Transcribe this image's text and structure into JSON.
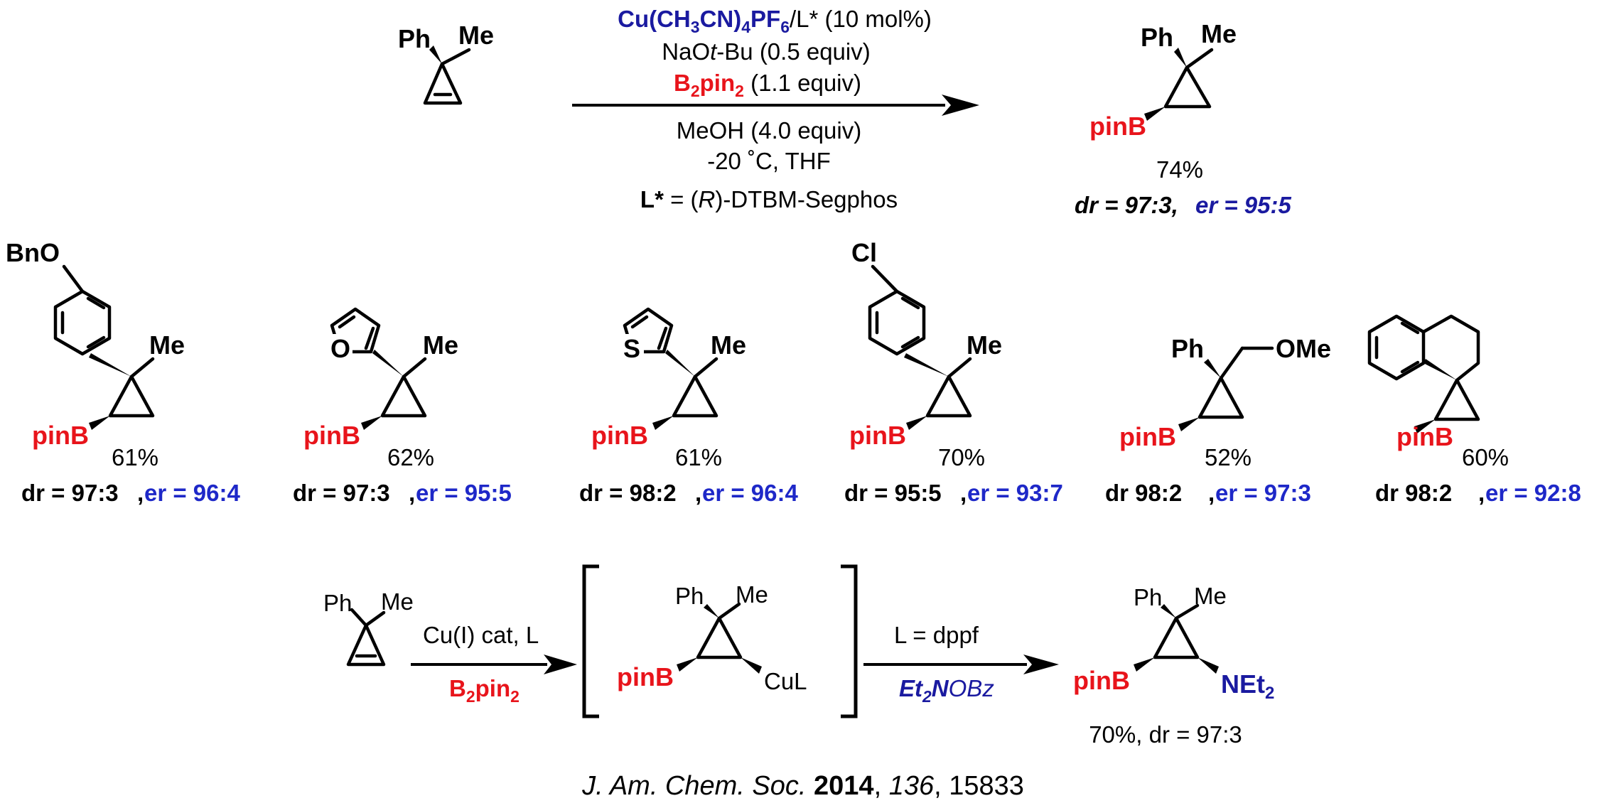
{
  "top_reaction": {
    "reactant": {
      "substituent_1": "Ph",
      "substituent_2": "Me"
    },
    "conditions": {
      "catalyst": "Cu(CH3CN)4PF6/L* (10 mol%)",
      "base": "NaOt-Bu (0.5 equiv)",
      "boron_reagent": "B2pin2 (1.1 equiv)",
      "additive": "MeOH (4.0 equiv)",
      "temp_solvent": "-20 ˚C, THF",
      "ligand": "L* = (R)-DTBM-Segphos"
    },
    "product": {
      "substituent_1": "Ph",
      "substituent_2": "Me",
      "boryl": "pinB",
      "yield": "74%",
      "dr": "dr = 97:3,",
      "er": "er = 95:5"
    }
  },
  "substrate_scope": [
    {
      "aryl": "BnO",
      "substituent_2": "Me",
      "boryl": "pinB",
      "yield": "61%",
      "dr": "dr = 97:3",
      "er": "er = 96:4"
    },
    {
      "aryl": "O",
      "substituent_2": "Me",
      "boryl": "pinB",
      "yield": "62%",
      "dr": "dr = 97:3",
      "er": "er = 95:5"
    },
    {
      "aryl": "S",
      "substituent_2": "Me",
      "boryl": "pinB",
      "yield": "61%",
      "dr": "dr = 98:2",
      "er": "er = 96:4"
    },
    {
      "aryl": "Cl",
      "substituent_2": "Me",
      "boryl": "pinB",
      "yield": "70%",
      "dr": "dr = 95:5",
      "er": "er = 93:7"
    },
    {
      "aryl": "Ph",
      "substituent_2": "OMe",
      "boryl": "pinB",
      "yield": "52%",
      "dr": "dr  98:2",
      "er": "er = 97:3"
    },
    {
      "aryl": "",
      "substituent_2": "",
      "boryl": "pinB",
      "yield": "60%",
      "dr": "dr  98:2",
      "er": "er = 92:8"
    }
  ],
  "bottom_reaction": {
    "reactant": {
      "substituent_1": "Ph",
      "substituent_2": "Me"
    },
    "step1": {
      "above": "Cu(I) cat, L",
      "below": "B2pin2"
    },
    "intermediate": {
      "substituent_1": "Ph",
      "substituent_2": "Me",
      "boryl": "pinB",
      "copper": "CuL"
    },
    "step2": {
      "above": "L = dppf",
      "below": "Et2NOBz"
    },
    "product": {
      "substituent_1": "Ph",
      "substituent_2": "Me",
      "boryl": "pinB",
      "amine": "NEt2",
      "result": "70%, dr = 97:3"
    }
  },
  "citation": {
    "journal": "J. Am. Chem. Soc.",
    "year": "2014",
    "volume": "136",
    "pages": "15833"
  },
  "colors": {
    "reagent_red": "#e8141b",
    "catalyst_blue": "#1a1aa0",
    "er_blue": "#1e28c8"
  }
}
